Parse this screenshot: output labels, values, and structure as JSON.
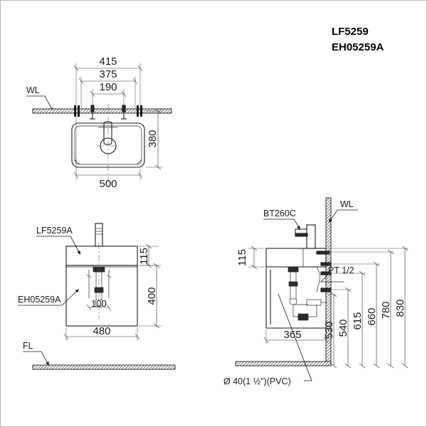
{
  "sheet": {
    "title_line1": "LF5259",
    "title_line2": "EH05259A"
  },
  "plan_view": {
    "name": "top-plan-view",
    "wall_label": "WL",
    "dimensions": {
      "overall_top": "415",
      "mid_top": "375",
      "inner_top": "190",
      "depth_right": "380",
      "width_bottom": "500"
    }
  },
  "front_elevation": {
    "name": "front-elevation-view",
    "basin_label": "LF5259A",
    "cabinet_label": "EH05259A",
    "floor_label": "FL",
    "dimensions": {
      "basin_height": "115",
      "cabinet_height": "400",
      "cabinet_width": "480",
      "trap_width": "100"
    }
  },
  "side_view": {
    "name": "side-section-view",
    "faucet_label": "BT260C",
    "wall_label": "WL",
    "supply_label": "PT 1/2",
    "drain_label": "Ø 40(1 ½\")(PVC)",
    "dimensions": {
      "basin_height": "115",
      "projection": "365",
      "h530": "530",
      "h540": "540",
      "h615": "615",
      "h660": "660",
      "h780": "780",
      "h830": "830"
    }
  },
  "chart_data": {
    "type": "table",
    "title": "LF5259 / EH05259A wall-hung basin and cabinet installation drawing",
    "categories": [
      "415",
      "375",
      "190",
      "380",
      "500",
      "115",
      "400",
      "480",
      "100",
      "365",
      "530",
      "540",
      "615",
      "660",
      "780",
      "830"
    ],
    "values": [
      415,
      375,
      190,
      380,
      500,
      115,
      400,
      480,
      100,
      365,
      530,
      540,
      615,
      660,
      780,
      830
    ]
  }
}
